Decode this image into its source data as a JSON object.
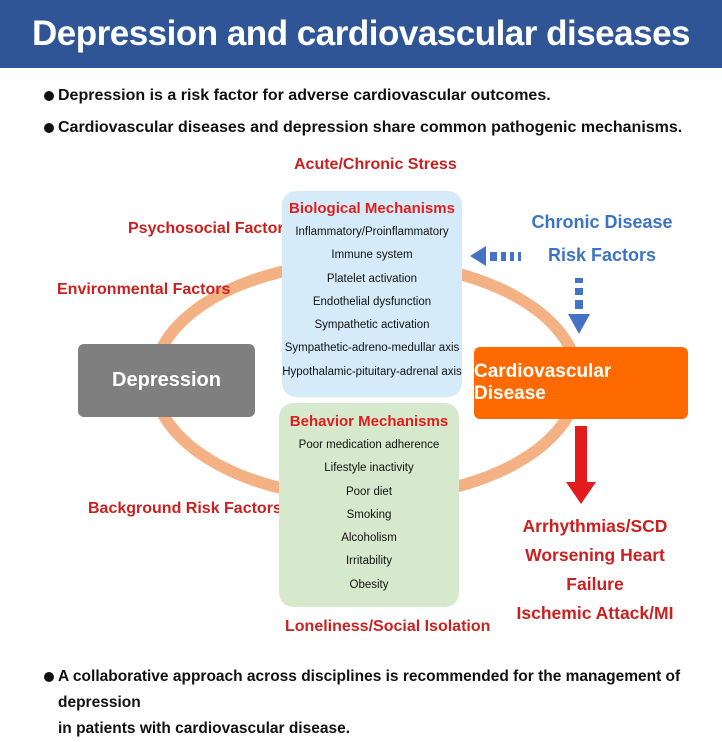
{
  "header": {
    "title": "Depression and cardiovascular diseases"
  },
  "bullets_top": [
    "Depression is a risk factor for adverse cardiovascular outcomes.",
    "Cardiovascular diseases and depression share common pathogenic mechanisms."
  ],
  "diagram": {
    "acute_stress": "Acute/Chronic Stress",
    "psychosocial": "Psychosocial Factors",
    "environmental": "Environmental Factors",
    "background": "Background Risk Factors",
    "loneliness": "Loneliness/Social Isolation",
    "chronic_disease": {
      "line1": "Chronic Disease",
      "line2": "Risk Factors"
    },
    "depression": "Depression",
    "cvd": "Cardiovascular Disease",
    "biological": {
      "title": "Biological Mechanisms",
      "items": [
        "Inflammatory/Proinflammatory",
        "Immune system",
        "Platelet activation",
        "Endothelial dysfunction",
        "Sympathetic activation",
        "Sympathetic-adreno-medullar axis",
        "Hypothalamic-pituitary-adrenal axis"
      ]
    },
    "behavior": {
      "title": "Behavior Mechanisms",
      "items": [
        "Poor medication adherence",
        "Lifestyle inactivity",
        "Poor diet",
        "Smoking",
        "Alcoholism",
        "Irritability",
        "Obesity"
      ]
    },
    "outcomes": [
      "Arrhythmias/SCD",
      "Worsening Heart Failure",
      "Ischemic Attack/MI"
    ]
  },
  "bullet_bottom": {
    "line1": "A collaborative approach across disciplines is recommended for the management of depression",
    "line2": "in patients with cardiovascular disease."
  },
  "colors": {
    "header": "#2f5597",
    "red_text": "#cc1f1f",
    "blue_text": "#3c74c5",
    "ring": "#f4b183",
    "depression_box": "#7f7f7f",
    "cvd_box": "#ff6a00",
    "bio_box": "#d6ebfa",
    "behavior_box": "#d7e9cd",
    "arrow_red": "#e31b1b"
  }
}
